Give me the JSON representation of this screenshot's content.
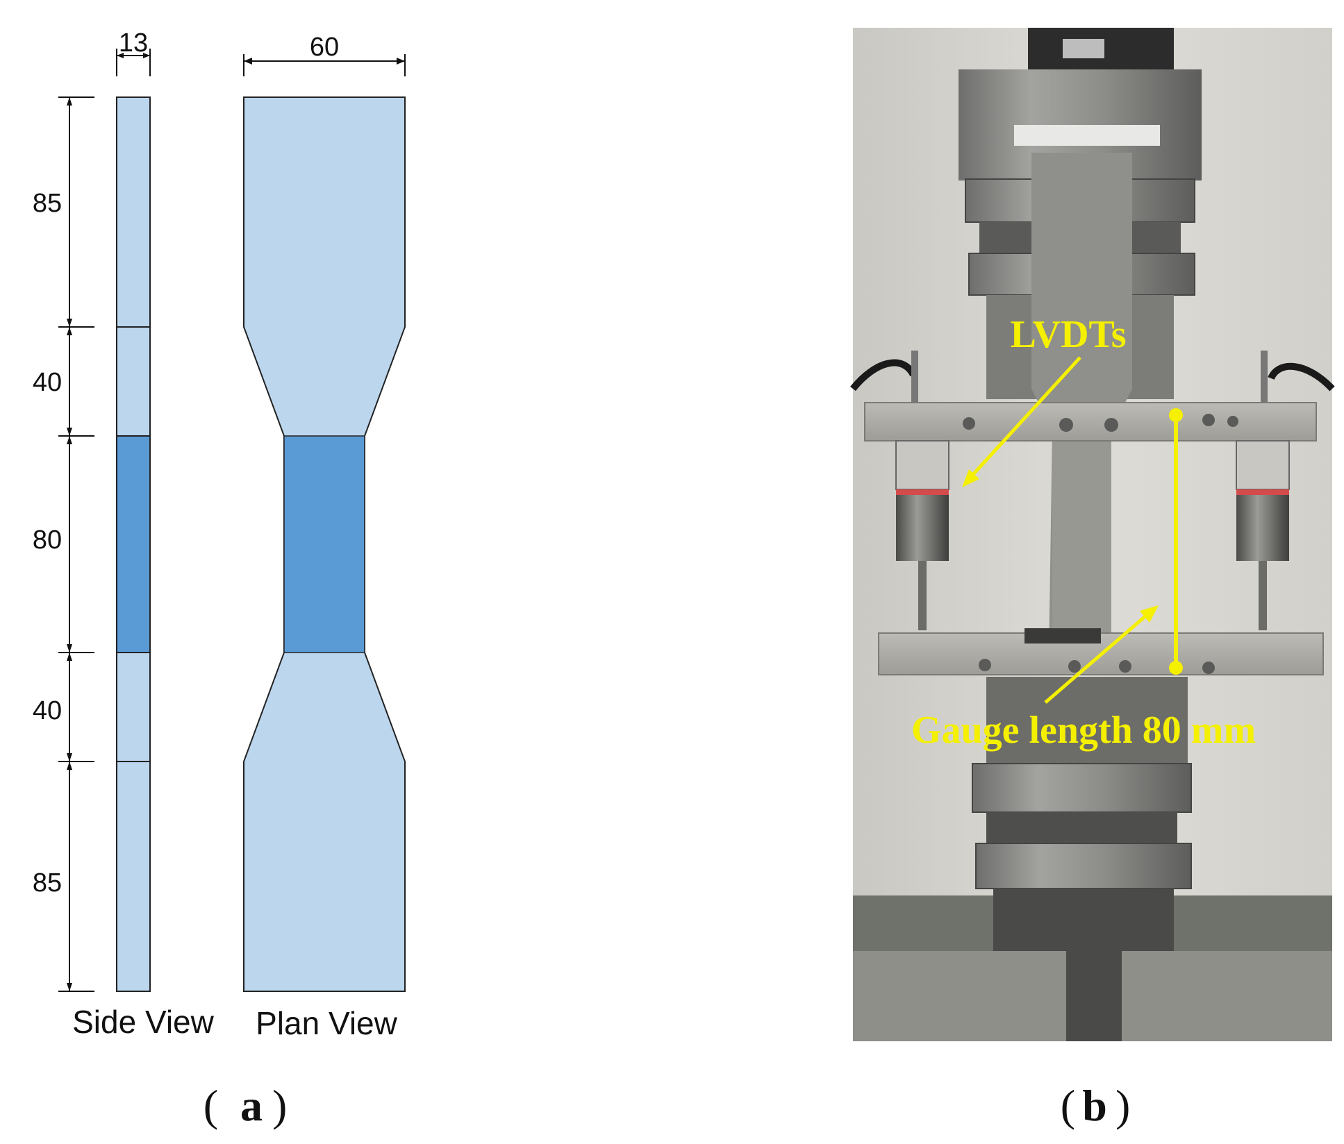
{
  "panel_a": {
    "dimensions": {
      "side_width": "13",
      "plan_width": "60",
      "grip_top": "85",
      "taper_top": "40",
      "gauge": "80",
      "taper_bottom": "40",
      "grip_bottom": "85"
    },
    "labels": {
      "side_view": "Side View",
      "plan_view": "Plan View"
    },
    "colors": {
      "light_fill": "#bcd6ee",
      "gauge_fill": "#5b9bd5",
      "outline": "#222222"
    },
    "caption_letter": "a"
  },
  "panel_b": {
    "annotations": {
      "lvdts": "LVDTs",
      "gauge_length": "Gauge length 80 mm"
    },
    "colors": {
      "annotation": "#f4f000"
    },
    "caption_letter": "b"
  }
}
